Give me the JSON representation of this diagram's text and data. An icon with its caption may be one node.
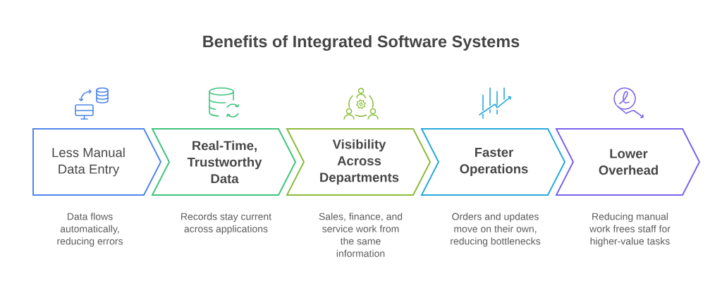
{
  "diagram": {
    "title": "Benefits of Integrated Software Systems",
    "nodes": [
      {
        "text": [
          "Less Manual Data Entry"
        ],
        "beside": [
          "Data flows automatically, reducing errors"
        ]
      },
      {
        "text": [
          "Real-Time, Trustworthy Data"
        ],
        "beside": [
          "Records stay current across applications"
        ]
      },
      {
        "text": [
          "Visibility Across Departments"
        ],
        "beside": [
          "Sales, finance, and service work from the same information"
        ]
      },
      {
        "text": [
          "Faster Operations"
        ],
        "beside": [
          "Orders and updates move on their own, reducing bottlenecks"
        ]
      },
      {
        "text": [
          "Lower Overhead"
        ],
        "beside": [
          "Reducing manual work frees staff for higher-value tasks"
        ]
      }
    ]
  }
}
